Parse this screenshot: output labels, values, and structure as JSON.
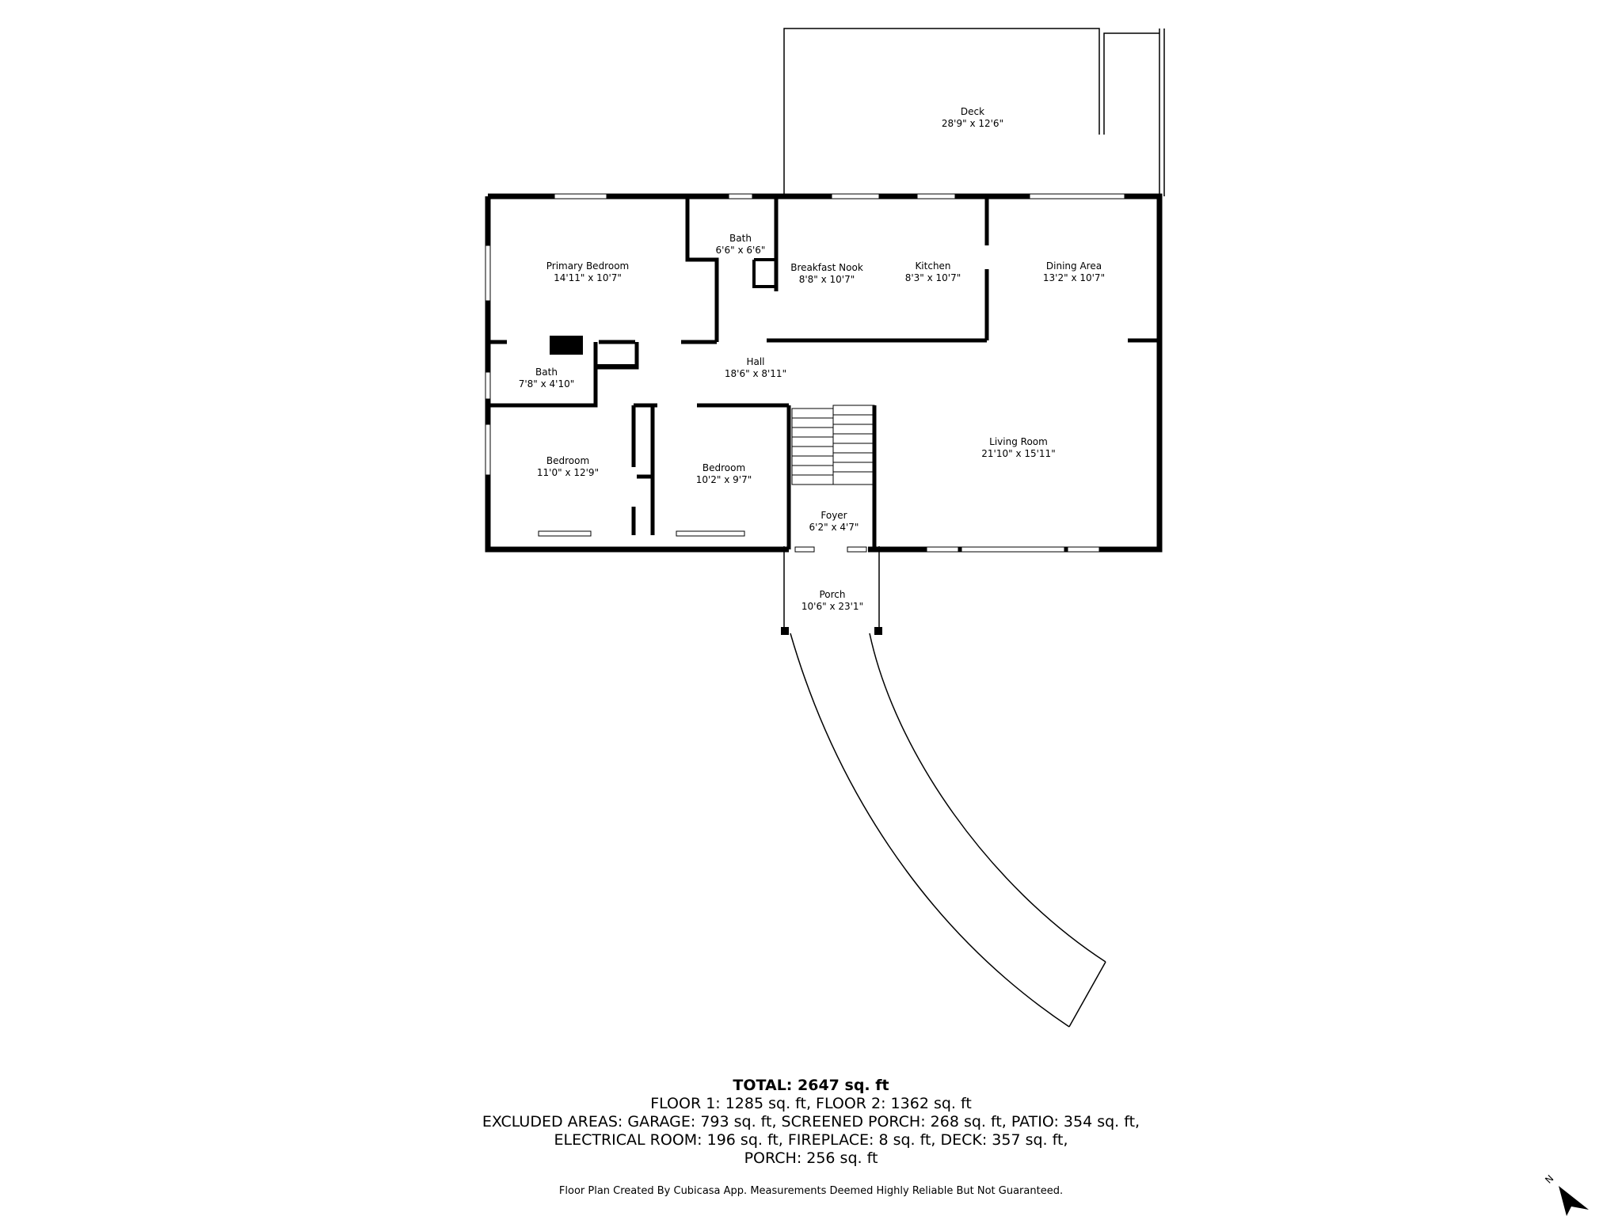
{
  "rooms": {
    "deck": {
      "name": "Deck",
      "dims": "28'9\" x 12'6\""
    },
    "primary_bedroom": {
      "name": "Primary Bedroom",
      "dims": "14'11\" x 10'7\""
    },
    "bath_upper": {
      "name": "Bath",
      "dims": "6'6\" x 6'6\""
    },
    "breakfast_nook": {
      "name": "Breakfast Nook",
      "dims": "8'8\" x 10'7\""
    },
    "kitchen": {
      "name": "Kitchen",
      "dims": "8'3\" x 10'7\""
    },
    "dining_area": {
      "name": "Dining Area",
      "dims": "13'2\" x 10'7\""
    },
    "hall": {
      "name": "Hall",
      "dims": "18'6\" x 8'11\""
    },
    "bath_lower": {
      "name": "Bath",
      "dims": "7'8\" x 4'10\""
    },
    "bedroom_left": {
      "name": "Bedroom",
      "dims": "11'0\" x 12'9\""
    },
    "bedroom_middle": {
      "name": "Bedroom",
      "dims": "10'2\" x 9'7\""
    },
    "living_room": {
      "name": "Living Room",
      "dims": "21'10\" x 15'11\""
    },
    "foyer": {
      "name": "Foyer",
      "dims": "6'2\" x 4'7\""
    },
    "porch": {
      "name": "Porch",
      "dims": "10'6\" x 23'1\""
    }
  },
  "summary": {
    "total": "TOTAL: 2647 sq. ft",
    "line1": "FLOOR 1: 1285 sq. ft, FLOOR 2: 1362 sq. ft",
    "line2": "EXCLUDED AREAS: GARAGE: 793 sq. ft, SCREENED PORCH: 268 sq. ft, PATIO: 354 sq. ft,",
    "line3": "ELECTRICAL ROOM: 196 sq. ft, FIREPLACE: 8 sq. ft, DECK: 357 sq. ft,",
    "line4": "PORCH: 256 sq. ft"
  },
  "credit": "Floor Plan Created By Cubicasa App. Measurements Deemed Highly Reliable But Not Guaranteed.",
  "compass": {
    "label": "N",
    "icon": "north-arrow-icon"
  }
}
